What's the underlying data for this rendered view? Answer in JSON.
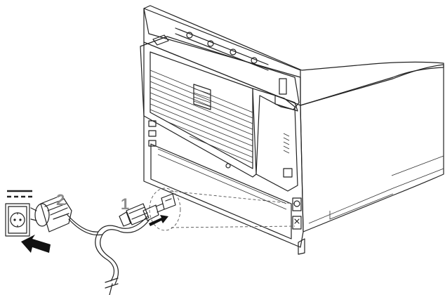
{
  "diagram": {
    "callouts": [
      {
        "id": "step-1",
        "label": "1"
      },
      {
        "id": "step-2",
        "label": "2"
      }
    ],
    "colors": {
      "line": "#222222",
      "panel_fill": "#ececec",
      "cover_fill": "#d9d9d9",
      "cover_dark": "#bdbdbd",
      "shadow": "#8a8a8a",
      "callout_text": "#8c8c8c",
      "arrow": "#111111"
    },
    "icons": [
      "printer-rear-view",
      "power-cord",
      "power-plug",
      "wall-outlet",
      "insert-arrow",
      "detail-magnifier",
      "ac-power-symbol"
    ]
  }
}
